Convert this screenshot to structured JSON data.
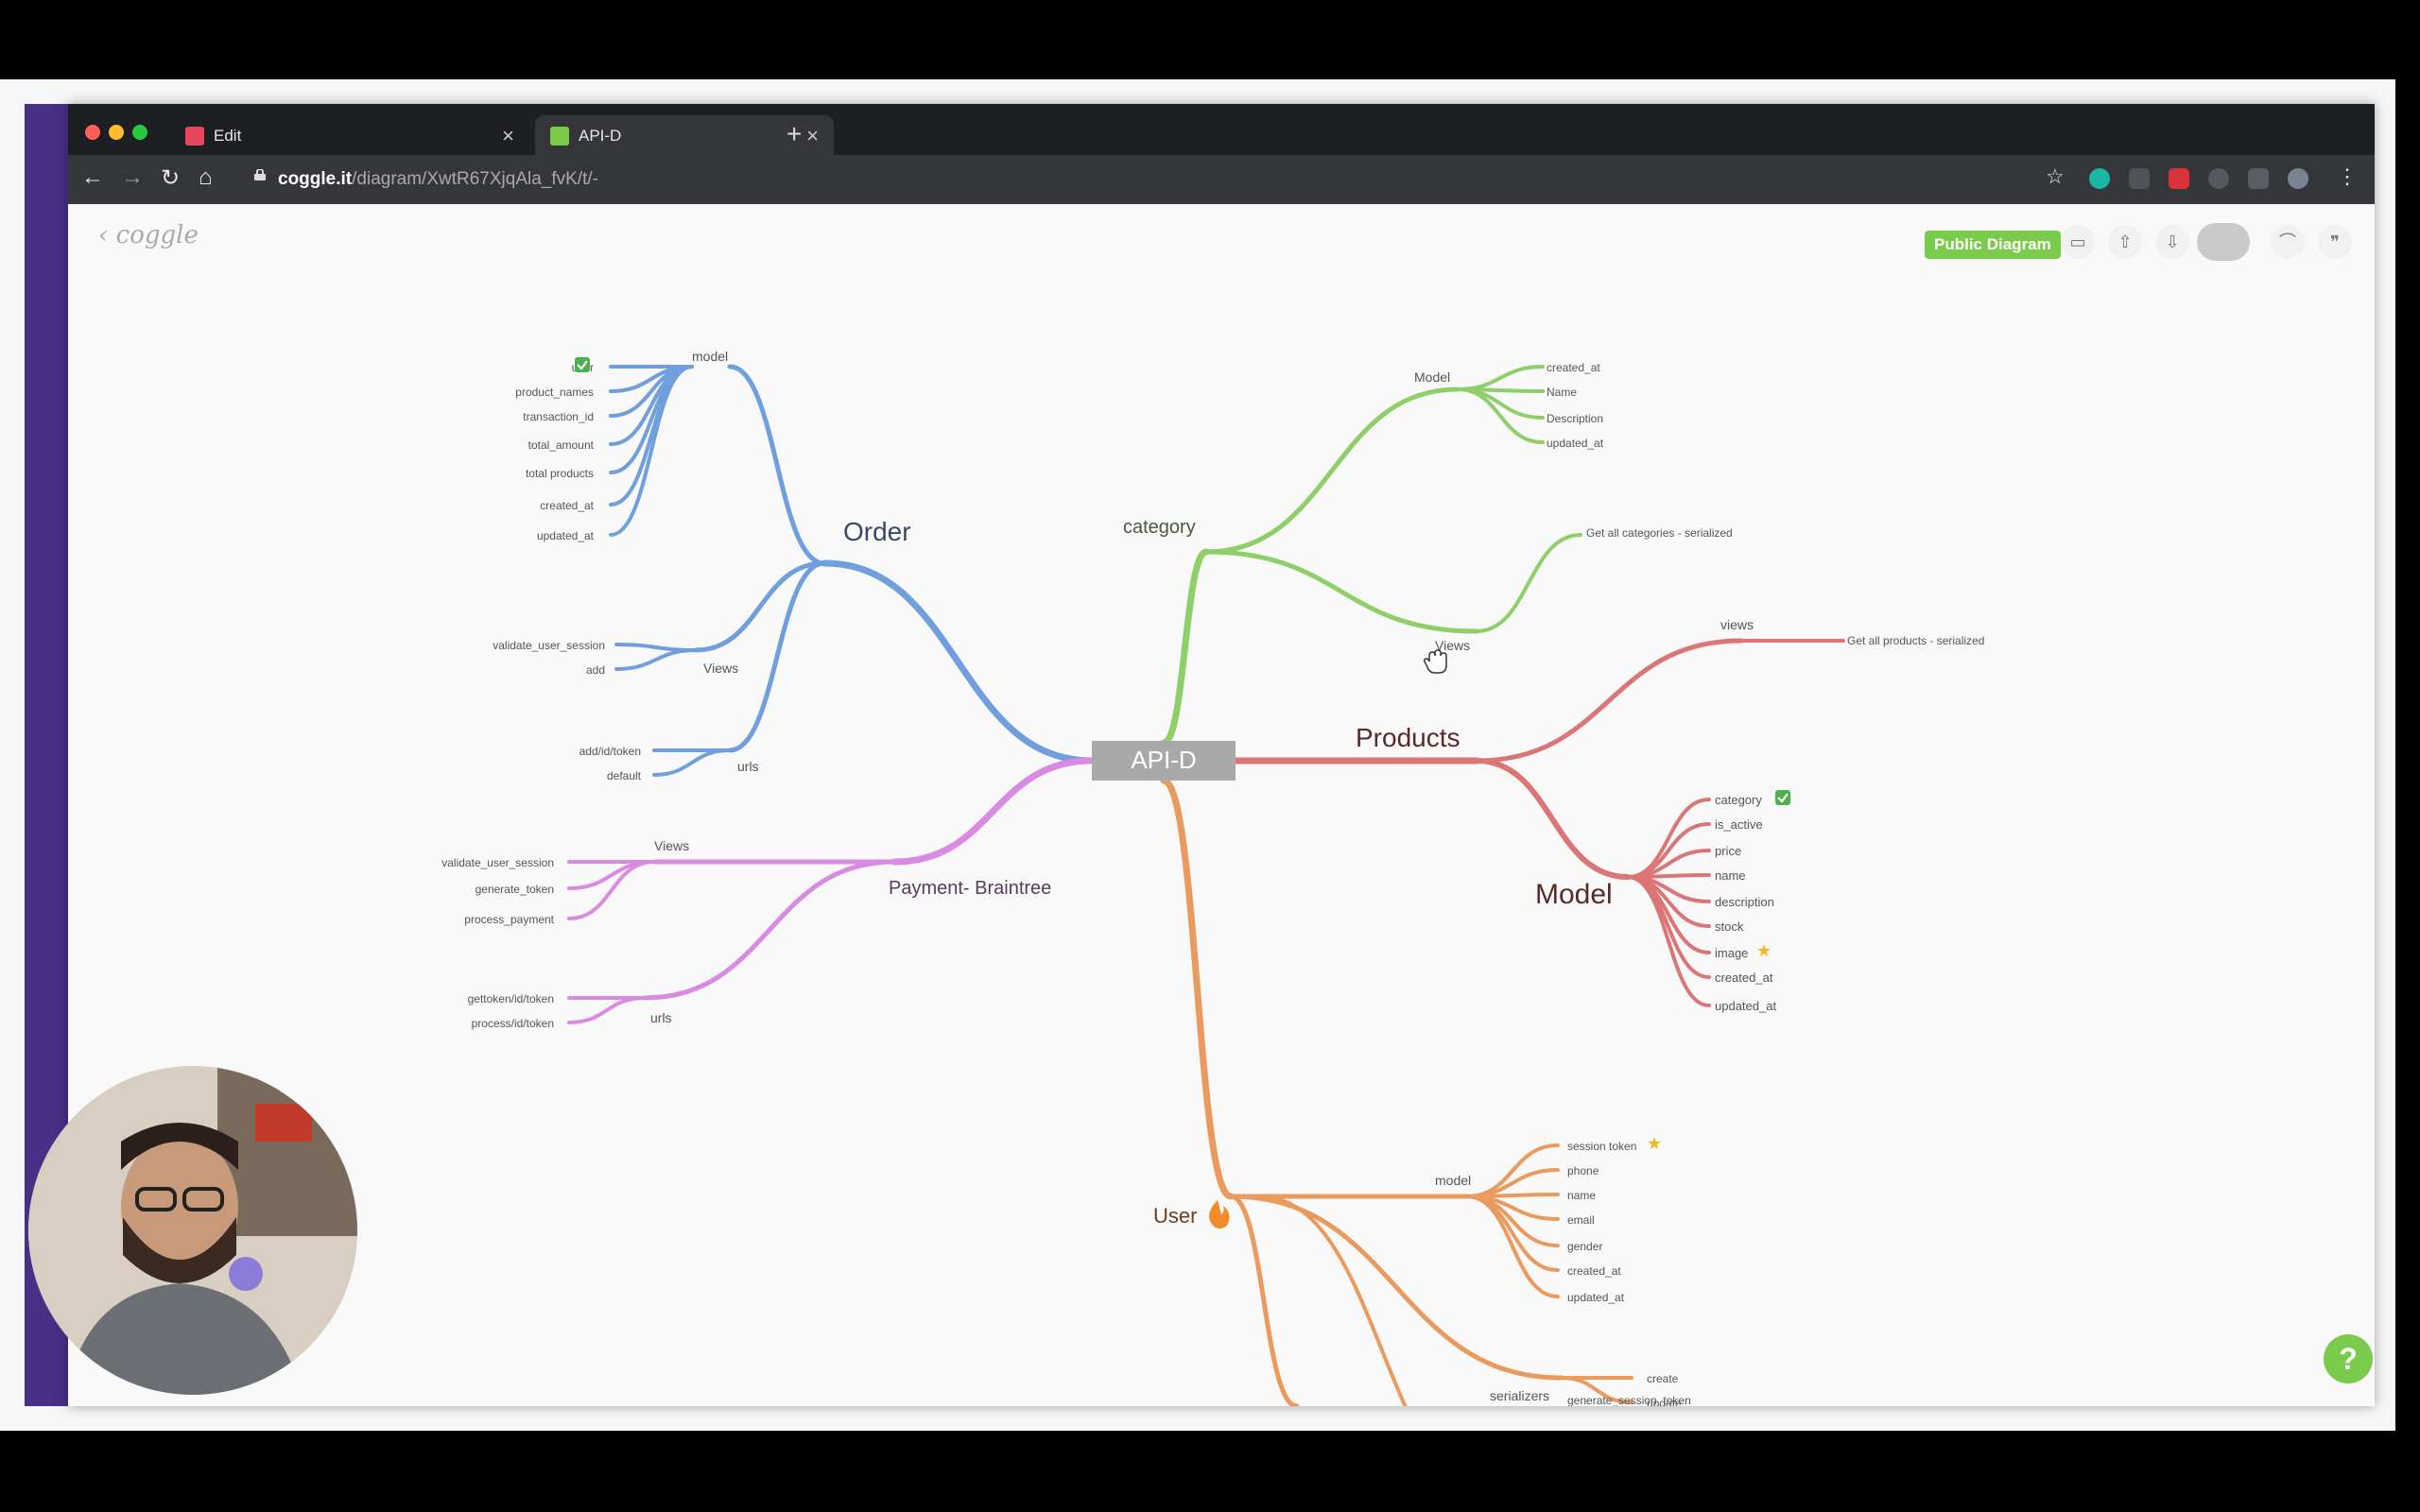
{
  "browser": {
    "tabs": [
      {
        "title": "Edit",
        "active": false
      },
      {
        "title": "API-D",
        "active": true
      }
    ],
    "url_host": "coggle.it",
    "url_path": "/diagram/XwtR67XjqAla_fvK/t/-",
    "new_tab_label": "+"
  },
  "app": {
    "logo": "coggle",
    "public_label": "Public Diagram",
    "help_label": "?"
  },
  "mindmap": {
    "root": "API-D",
    "order": {
      "label": "Order",
      "model_label": "model",
      "model_fields": [
        "user",
        "product_names",
        "transaction_id",
        "total_amount",
        "total products",
        "created_at",
        "updated_at"
      ],
      "views_label": "Views",
      "views": [
        "validate_user_session",
        "add"
      ],
      "urls_label": "urls",
      "urls": [
        "add/id/token",
        "default"
      ]
    },
    "category": {
      "label": "category",
      "model_label": "Model",
      "model_fields": [
        "created_at",
        "Name",
        "Description",
        "updated_at"
      ],
      "views_label": "Views",
      "views": [
        "Get all categories - serialized"
      ]
    },
    "products": {
      "label": "Products",
      "views_label": "views",
      "views": [
        "Get all products - serialized"
      ],
      "model_label": "Model",
      "model_fields": [
        "category",
        "is_active",
        "price",
        "name",
        "description",
        "stock",
        "image",
        "created_at",
        "updated_at"
      ]
    },
    "payment": {
      "label": "Payment- Braintree",
      "views_label": "Views",
      "views": [
        "validate_user_session",
        "generate_token",
        "process_payment"
      ],
      "urls_label": "urls",
      "urls": [
        "gettoken/id/token",
        "process/id/token"
      ]
    },
    "user": {
      "label": "User",
      "model_label": "model",
      "model_fields": [
        "session token",
        "phone",
        "name",
        "email",
        "gender",
        "created_at",
        "updated_at"
      ],
      "serializers_label": "serializers",
      "serializers": [
        "create",
        "update"
      ],
      "extra": [
        "generate_session_token"
      ]
    }
  },
  "colors": {
    "order": "#6f9fdc",
    "category": "#8fcf6a",
    "products": "#dc7575",
    "payment": "#d98ae3",
    "user": "#eb9a5e",
    "root_box": "#a9a9a9"
  },
  "icons": [
    "check-icon",
    "star-icon",
    "fire-icon",
    "hand-cursor-icon"
  ]
}
